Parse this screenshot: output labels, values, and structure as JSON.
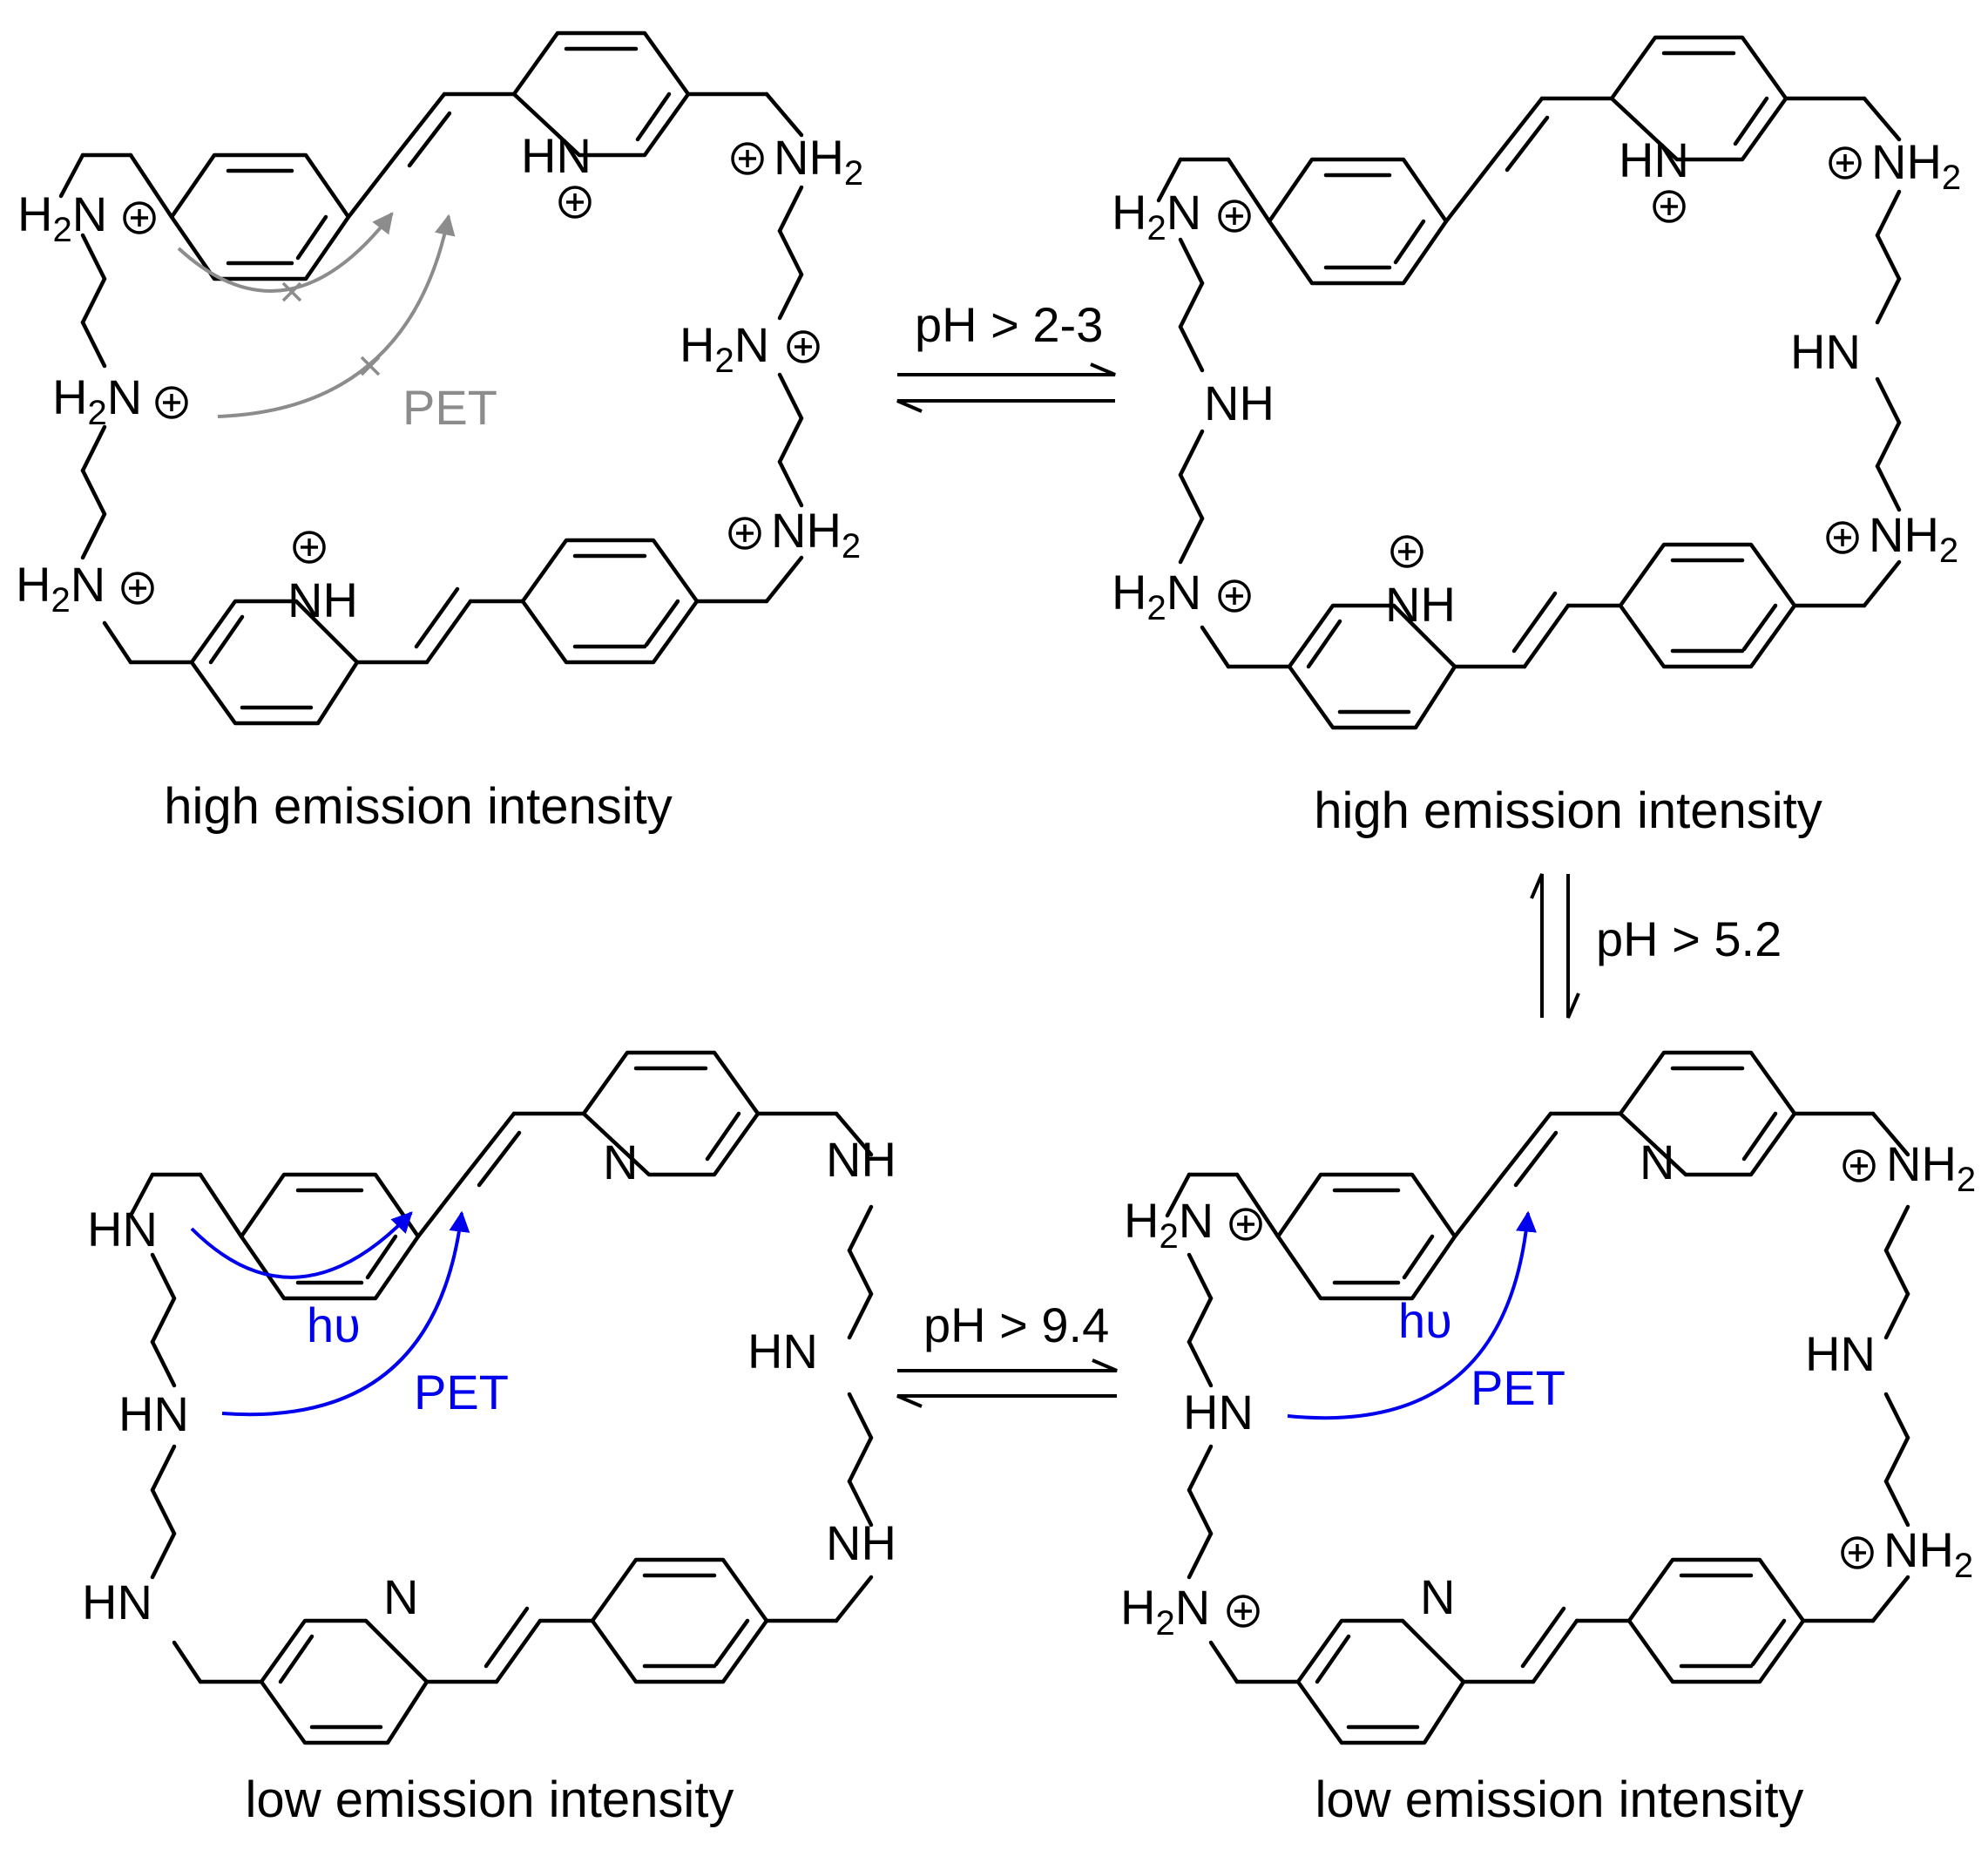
{
  "molecules": [
    {
      "id": "fully-protonated",
      "caption": "high emission intensity",
      "pet_label": "PET",
      "pet_color": "#8c8c8c",
      "pet_blocked": true,
      "atoms": {
        "left_top": "H2N",
        "left_mid": "H2N",
        "left_bot": "H2N",
        "right_top": "NH2",
        "right_mid": "H2N",
        "right_bot": "NH2",
        "pyr_top": "HN",
        "pyr_bot": "NH"
      }
    },
    {
      "id": "partially-protonated-1",
      "caption": "high emission intensity",
      "atoms": {
        "left_top": "H2N",
        "left_mid": "NH",
        "left_bot": "H2N",
        "right_top": "NH2",
        "right_mid": "HN",
        "right_bot": "NH2",
        "pyr_top": "HN",
        "pyr_bot": "NH"
      }
    },
    {
      "id": "neutral",
      "caption": "low emission intensity",
      "pet_label": "PET",
      "hv_label": "hυ",
      "pet_color": "#0000ee",
      "atoms": {
        "left_top": "HN",
        "left_mid": "HN",
        "left_bot": "HN",
        "right_top": "NH",
        "right_mid": "HN",
        "right_bot": "NH",
        "pyr_top": "N",
        "pyr_bot": "N"
      }
    },
    {
      "id": "partially-protonated-2",
      "caption": "low emission intensity",
      "pet_label": "PET",
      "hv_label": "hυ",
      "pet_color": "#0000ee",
      "atoms": {
        "left_top": "H2N",
        "left_mid": "HN",
        "left_bot": "H2N",
        "right_top": "NH2",
        "right_mid": "HN",
        "right_bot": "NH2",
        "pyr_top": "N",
        "pyr_bot": "N"
      }
    }
  ],
  "equilibria": [
    {
      "id": "eq-top",
      "condition": "pH > 2-3"
    },
    {
      "id": "eq-right",
      "condition": "pH > 5.2"
    },
    {
      "id": "eq-bottom",
      "condition": "pH > 9.4"
    }
  ]
}
